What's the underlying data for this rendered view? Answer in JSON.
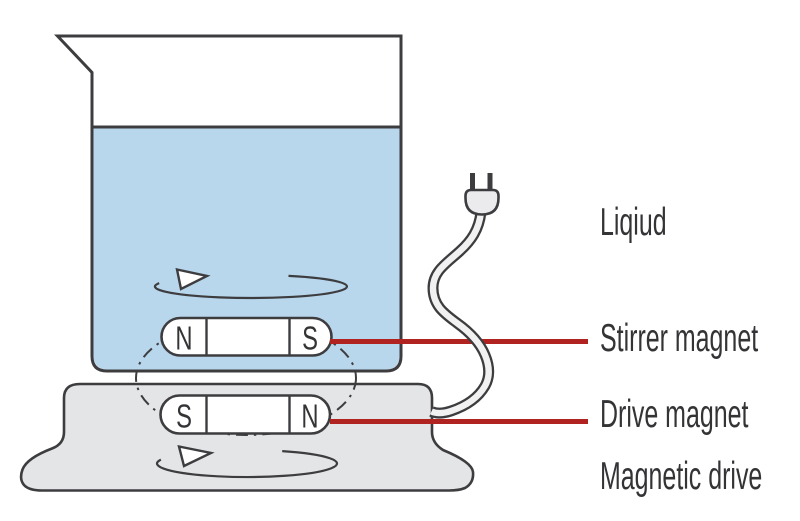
{
  "labels": {
    "liquid": "Liqiud",
    "stirrer_magnet": "Stirrer magnet",
    "drive_magnet": "Drive magnet",
    "magnetic_drive": "Magnetic drive"
  },
  "stirrer_magnet": {
    "left_pole": "N",
    "right_pole": "S"
  },
  "drive_magnet": {
    "left_pole": "S",
    "right_pole": "N"
  },
  "colors": {
    "liquid_fill": "#b8d6ec",
    "base_fill": "#e4e5e7",
    "magnet_fill": "#ffffff",
    "cable_fill": "#f1f1f2",
    "plug_fill": "#ebebed",
    "outline": "#3d3d40",
    "callout_red": "#b02320",
    "text": "#343437"
  }
}
